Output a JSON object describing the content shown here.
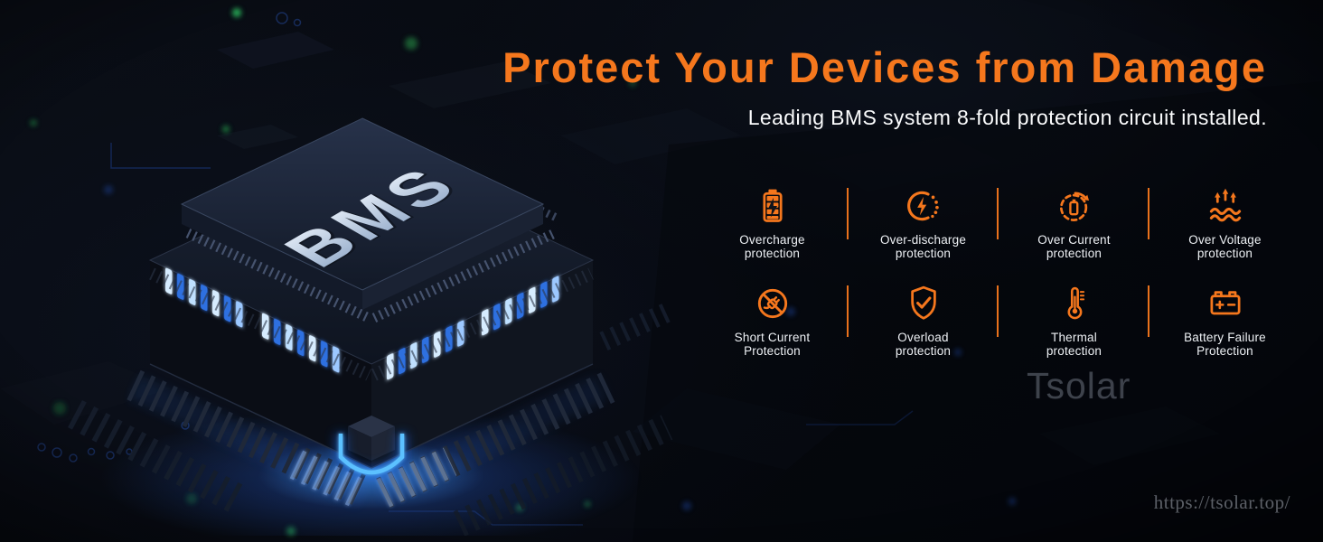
{
  "banner": {
    "title": "Protect Your Devices from Damage",
    "subtitle": "Leading BMS system 8-fold protection circuit installed."
  },
  "chip": {
    "label": "BMS"
  },
  "features": [
    {
      "icon": "battery-charging-icon",
      "line1": "Overcharge",
      "line2": "protection"
    },
    {
      "icon": "power-discharge-icon",
      "line1": "Over-discharge",
      "line2": "protection"
    },
    {
      "icon": "current-loop-icon",
      "line1": "Over Current",
      "line2": "protection"
    },
    {
      "icon": "voltage-wave-icon",
      "line1": "Over Voltage",
      "line2": "protection"
    },
    {
      "icon": "no-plug-icon",
      "line1": "Short Current",
      "line2": "Protection"
    },
    {
      "icon": "shield-check-icon",
      "line1": "Overload",
      "line2": "protection"
    },
    {
      "icon": "thermometer-icon",
      "line1": "Thermal",
      "line2": "protection"
    },
    {
      "icon": "car-battery-icon",
      "line1": "Battery Failure",
      "line2": "Protection"
    }
  ],
  "watermark": "Tsolar",
  "site_url": "https://tsolar.top/",
  "colors": {
    "accent": "#f5771d",
    "led_blue": "#3f8cff",
    "headline": "#f5771d",
    "label_text": "#eef1f5"
  }
}
